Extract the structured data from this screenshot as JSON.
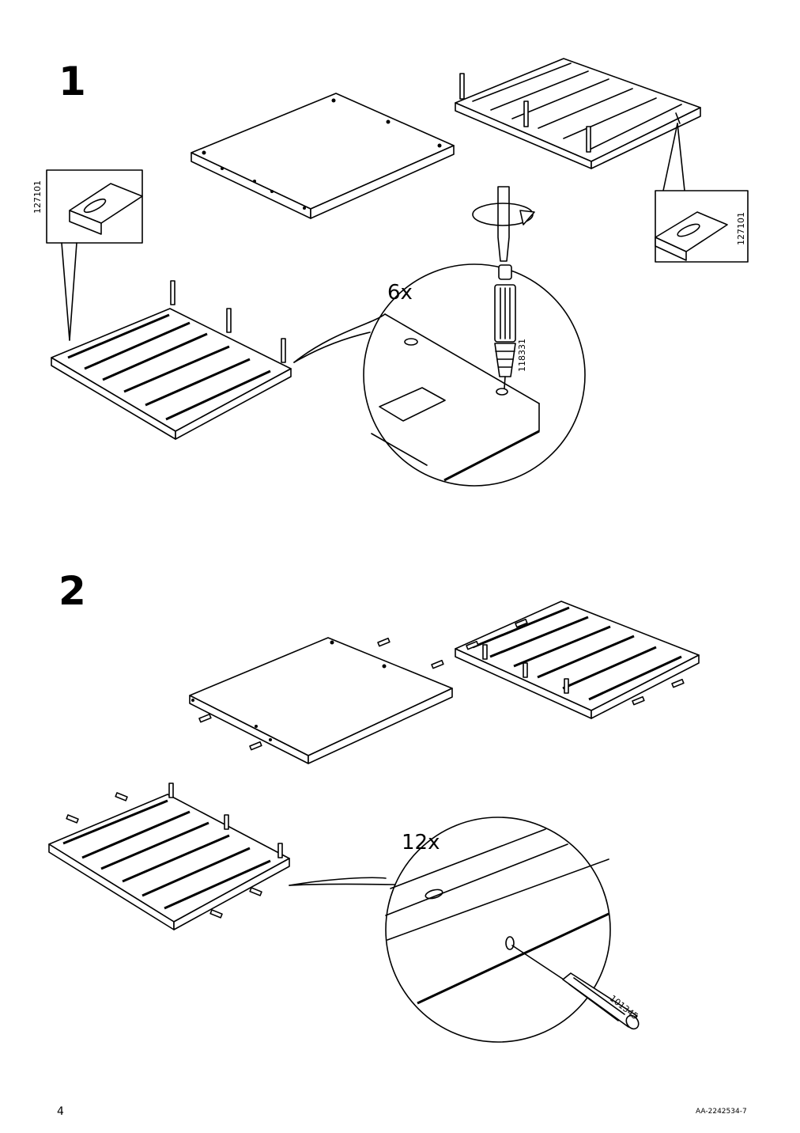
{
  "steps": [
    {
      "number": "1",
      "quantity": "6x",
      "part_codes": {
        "left_callout": "127101",
        "right_callout": "127101",
        "cam_bolt": "118331"
      }
    },
    {
      "number": "2",
      "quantity": "12x",
      "part_codes": {
        "dowel": "101345"
      }
    }
  ],
  "footer": {
    "page_number": "4",
    "doc_code": "AA-2242534-7"
  },
  "icons": [
    "screwdriver-icon",
    "rotate-clockwise-icon",
    "cam-bolt-icon",
    "wood-dowel-icon"
  ]
}
